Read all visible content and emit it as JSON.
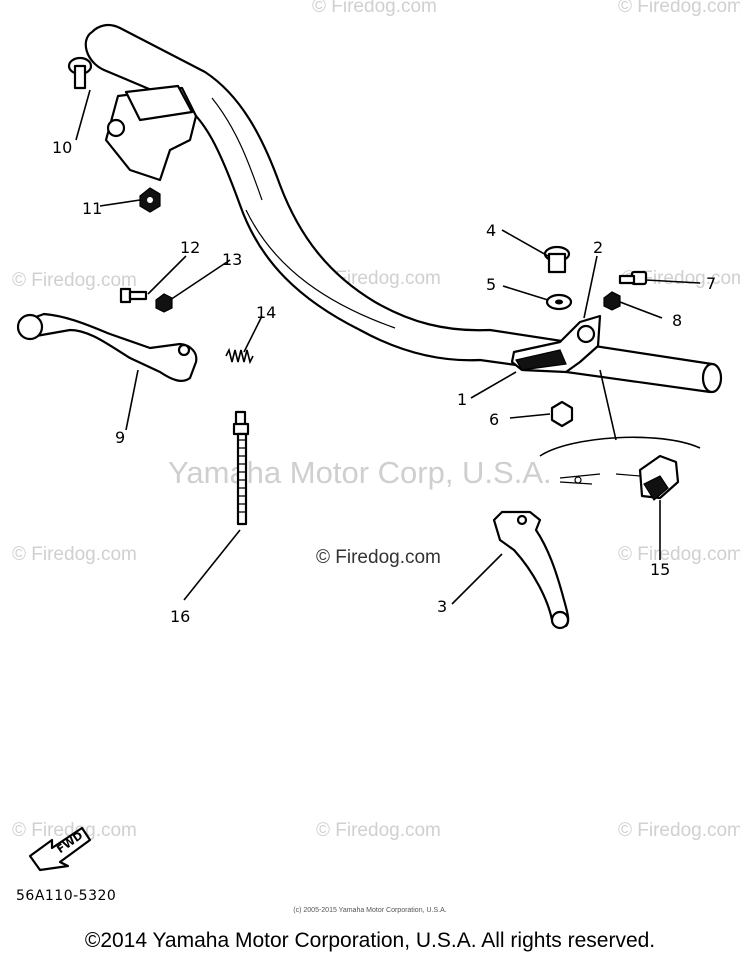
{
  "diagram": {
    "callouts": [
      "1",
      "2",
      "3",
      "4",
      "5",
      "6",
      "7",
      "8",
      "9",
      "10",
      "11",
      "12",
      "13",
      "14",
      "15",
      "16"
    ],
    "watermarks": {
      "small": "© Firedog.com",
      "center": "© Firedog.com",
      "main": "Yamaha Motor Corp, U.S.A."
    },
    "fwd_label": "FWD",
    "catalog_code": "56A110-5320"
  },
  "footer": {
    "small_copyright": "(c) 2005-2015 Yamaha Motor Corporation, U.S.A.",
    "copyright": "©2014 Yamaha Motor Corporation, U.S.A. All rights reserved."
  }
}
